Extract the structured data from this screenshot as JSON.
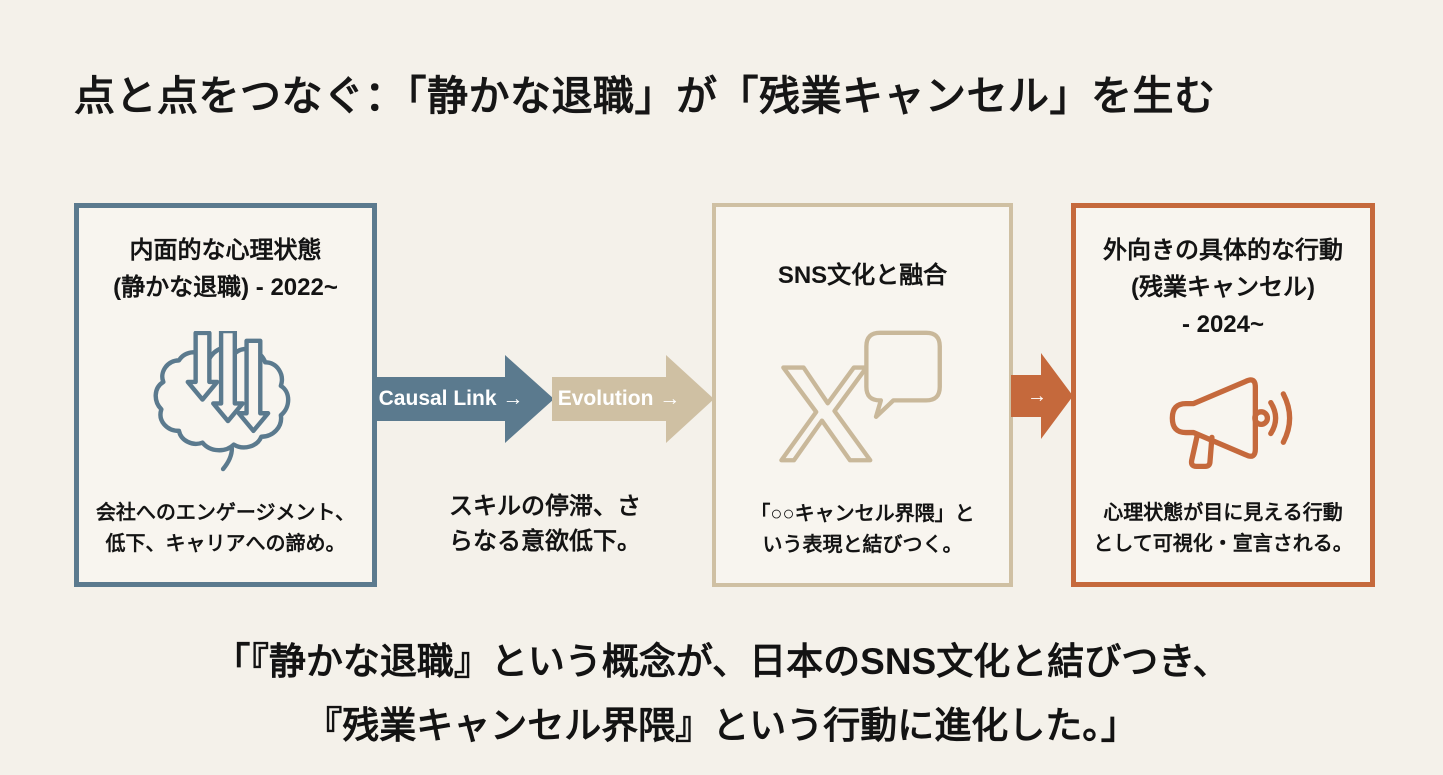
{
  "title": "点と点をつなぐ：「静かな退職」が「残業キャンセル」を生む",
  "stage1": {
    "heading": "内面的な心理状態\n(静かな退職) - 2022~",
    "icon": "brain-decline-icon",
    "description": "会社へのエンゲージメント、\n低下、キャリアへの諦め。"
  },
  "causal_link": {
    "label": "Causal Link →",
    "note": "スキルの停滞、さ\nらなる意欲低下。"
  },
  "evolution": {
    "label": "Evolution →"
  },
  "stage2": {
    "heading": "SNS文化と融合",
    "icon": "x-social-speech-bubble-icon",
    "description": "「○○キャンセル界隈」と\nいう表現と結びつく。"
  },
  "transition": {
    "label": "→"
  },
  "stage3": {
    "heading": "外向きの具体的な行動\n(残業キャンセル)\n- 2024~",
    "icon": "megaphone-icon",
    "description": "心理状態が目に見える行動\nとして可視化・宣言される。"
  },
  "quote": "「『静かな退職』という概念が、日本のSNS文化と結びつき、\n『残業キャンセル界隈』という行動に進化した。」",
  "colors": {
    "slate": "#5b7a8e",
    "tan": "#cfc0a3",
    "orange": "#c5693c",
    "background": "#f4f1ea",
    "box_fill": "#f8f5ef"
  }
}
